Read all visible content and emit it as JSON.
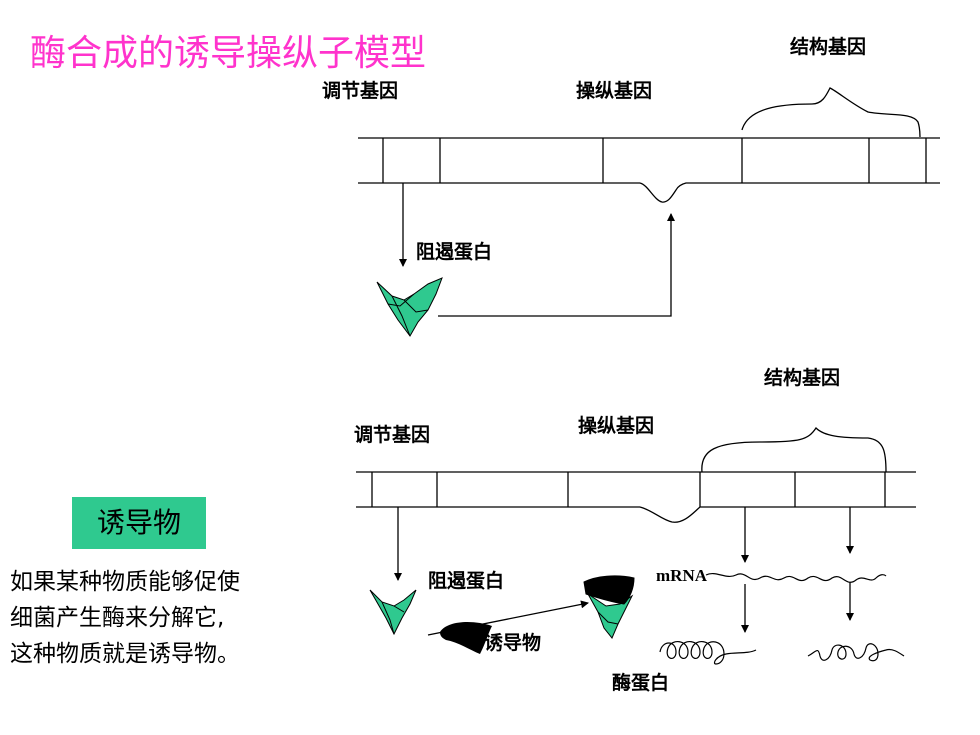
{
  "title": "酶合成的诱导操纵子模型",
  "top": {
    "structural_gene": "结构基因",
    "regulator_gene": "调节基因",
    "operator_gene": "操纵基因",
    "repressor": "阻遏蛋白"
  },
  "bottom": {
    "structural_gene": "结构基因",
    "regulator_gene": "调节基因",
    "operator_gene": "操纵基因",
    "repressor": "阻遏蛋白",
    "inducer_label": "诱导物",
    "mrna": "mRNA",
    "enzyme": "酶蛋白"
  },
  "inducer_box": "诱导物",
  "description": [
    "如果某种物质能够促使",
    "细菌产生酶来分解它,",
    "这种物质就是诱导物。"
  ],
  "colors": {
    "title": "#ff33cc",
    "protein": "#2fc98f",
    "box": "#2fc98f"
  }
}
